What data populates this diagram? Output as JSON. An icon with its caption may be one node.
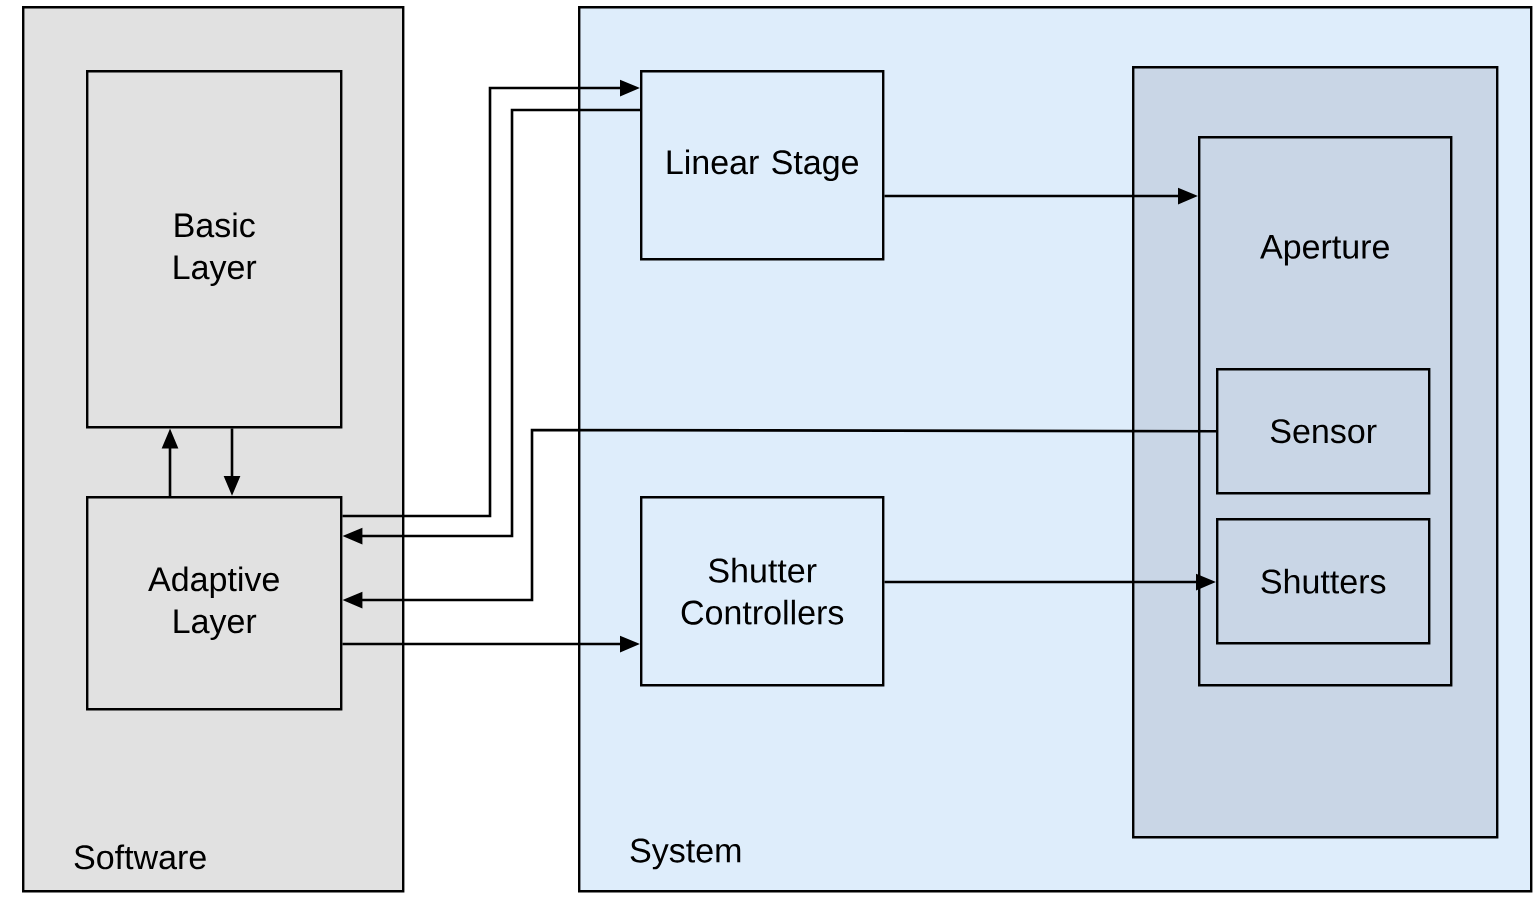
{
  "diagram": {
    "nodes": [
      {
        "text": [
          "Software"
        ]
      },
      {
        "text": [
          "Basic Layer"
        ],
        "in": 0
      },
      {
        "text": [
          "Adaptive Layer"
        ],
        "in": 0
      },
      {
        "text": [
          "System"
        ]
      },
      {
        "text": [
          "Linear Stage"
        ],
        "in": 3
      },
      {
        "text": [
          "Shutter Controllers"
        ],
        "in": 3
      },
      {
        "text": [],
        "shape": "box",
        "in": 3
      },
      {
        "text": [
          "Aperture"
        ],
        "in": 6
      },
      {
        "text": [
          "Sensor"
        ],
        "in": 7
      },
      {
        "text": [
          "Shutters"
        ],
        "in": 7
      }
    ],
    "edges": [
      {
        "from": 2,
        "to": 1,
        "arrow": "to"
      },
      {
        "from": 1,
        "to": 2,
        "arrow": "to"
      },
      {
        "from": 2,
        "to": 4,
        "arrow": "to"
      },
      {
        "from": 4,
        "to": 2,
        "arrow": "to"
      },
      {
        "from": 8,
        "to": 2,
        "arrow": "to"
      },
      {
        "from": 2,
        "to": 5,
        "arrow": "to"
      },
      {
        "from": 4,
        "to": 7,
        "arrow": "to"
      },
      {
        "from": 5,
        "to": 9,
        "arrow": "to"
      }
    ]
  }
}
